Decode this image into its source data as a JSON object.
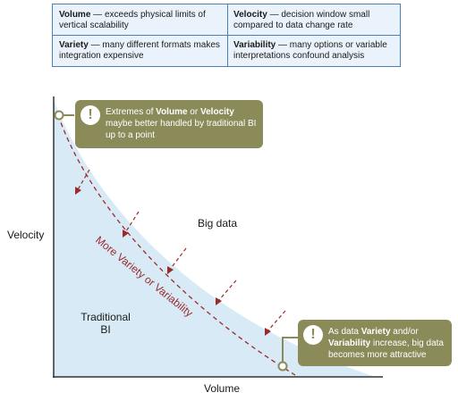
{
  "legend": {
    "cells": [
      {
        "term": "Volume",
        "rest": " — exceeds physical limits of vertical scalability"
      },
      {
        "term": "Velocity",
        "rest": " — decision window small compared to data change rate"
      },
      {
        "term": "Variety",
        "rest": " — many different formats makes integration expensive"
      },
      {
        "term": "Variability",
        "rest": " — many options or variable interpretations confound analysis"
      }
    ]
  },
  "axes": {
    "y_label": "Velocity",
    "x_label": "Volume"
  },
  "regions": {
    "big_data": "Big data",
    "traditional_line1": "Traditional",
    "traditional_line2": "BI"
  },
  "curve_label": "More Variety or Variability",
  "callout_top": {
    "icon": "exclamation-icon",
    "p1": "Extremes of ",
    "b1": "Volume",
    "p2": " or ",
    "b2": "Velocity",
    "p3": " maybe better handled by traditional BI up to a point"
  },
  "callout_bottom": {
    "icon": "exclamation-icon",
    "p1": "As data ",
    "b1": "Variety",
    "p2": " and/or ",
    "b2": "Variability",
    "p3": " increase, big data becomes more attractive"
  },
  "colors": {
    "olive": "#8b8b5a",
    "area": "#d8eaf6",
    "dashed": "#9b2b2b",
    "legend_bg": "#eaf3fb",
    "legend_border": "#4f7fb7"
  }
}
